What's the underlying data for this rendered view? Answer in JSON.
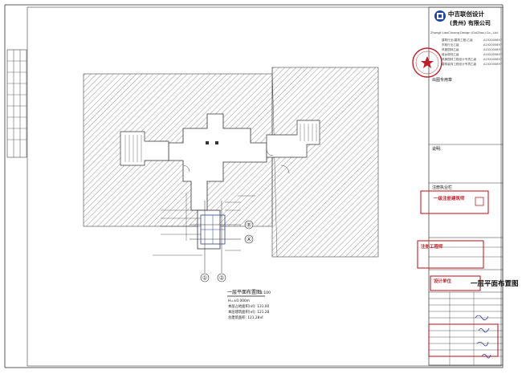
{
  "title_block": {
    "company_name_line1": "中吉联创设计",
    "company_name_line2": "(贵州) 有限公司",
    "company_name_en": "ZhongJi LianChuang Design (GuiZhou) Co., Ltd.",
    "licenses": [
      {
        "name": "建筑行业(建筑工程)乙级",
        "no": "A152000897"
      },
      {
        "name": "市政行业乙级",
        "no": "A152000897"
      },
      {
        "name": "风景园林乙级",
        "no": "A152000897"
      },
      {
        "name": "城乡规划乙级",
        "no": "A152000897"
      },
      {
        "name": "风景园林工程设计专项乙级",
        "no": "A152000897"
      },
      {
        "name": "建筑装饰工程设计专项乙级",
        "no": "A152000897"
      }
    ],
    "seal_label": "出图专用章",
    "remarks_label": "说明:",
    "registration_label": "注册执业栏",
    "drawing_title": "一层平面布置图"
  },
  "stamps": {
    "registered_architect": "一级注册建筑师",
    "registered_engineer": "注册工程师",
    "design_unit": "设计单位"
  },
  "plan": {
    "caption": "一层平面布置图",
    "scale": "1:100",
    "elevation_note": "H=±0.000m",
    "notes": [
      "本层占地面积(㎡): 131.00",
      "本层建筑面积(㎡): 121.28",
      "总建筑面积: 121.28㎡"
    ],
    "axis_labels": [
      "①",
      "②",
      "Ⓑ",
      "Ⓐ"
    ]
  },
  "colors": {
    "line": "#3a3a3a",
    "stamp_red": "#c0202a",
    "blue_ink": "#2a3fa8"
  }
}
